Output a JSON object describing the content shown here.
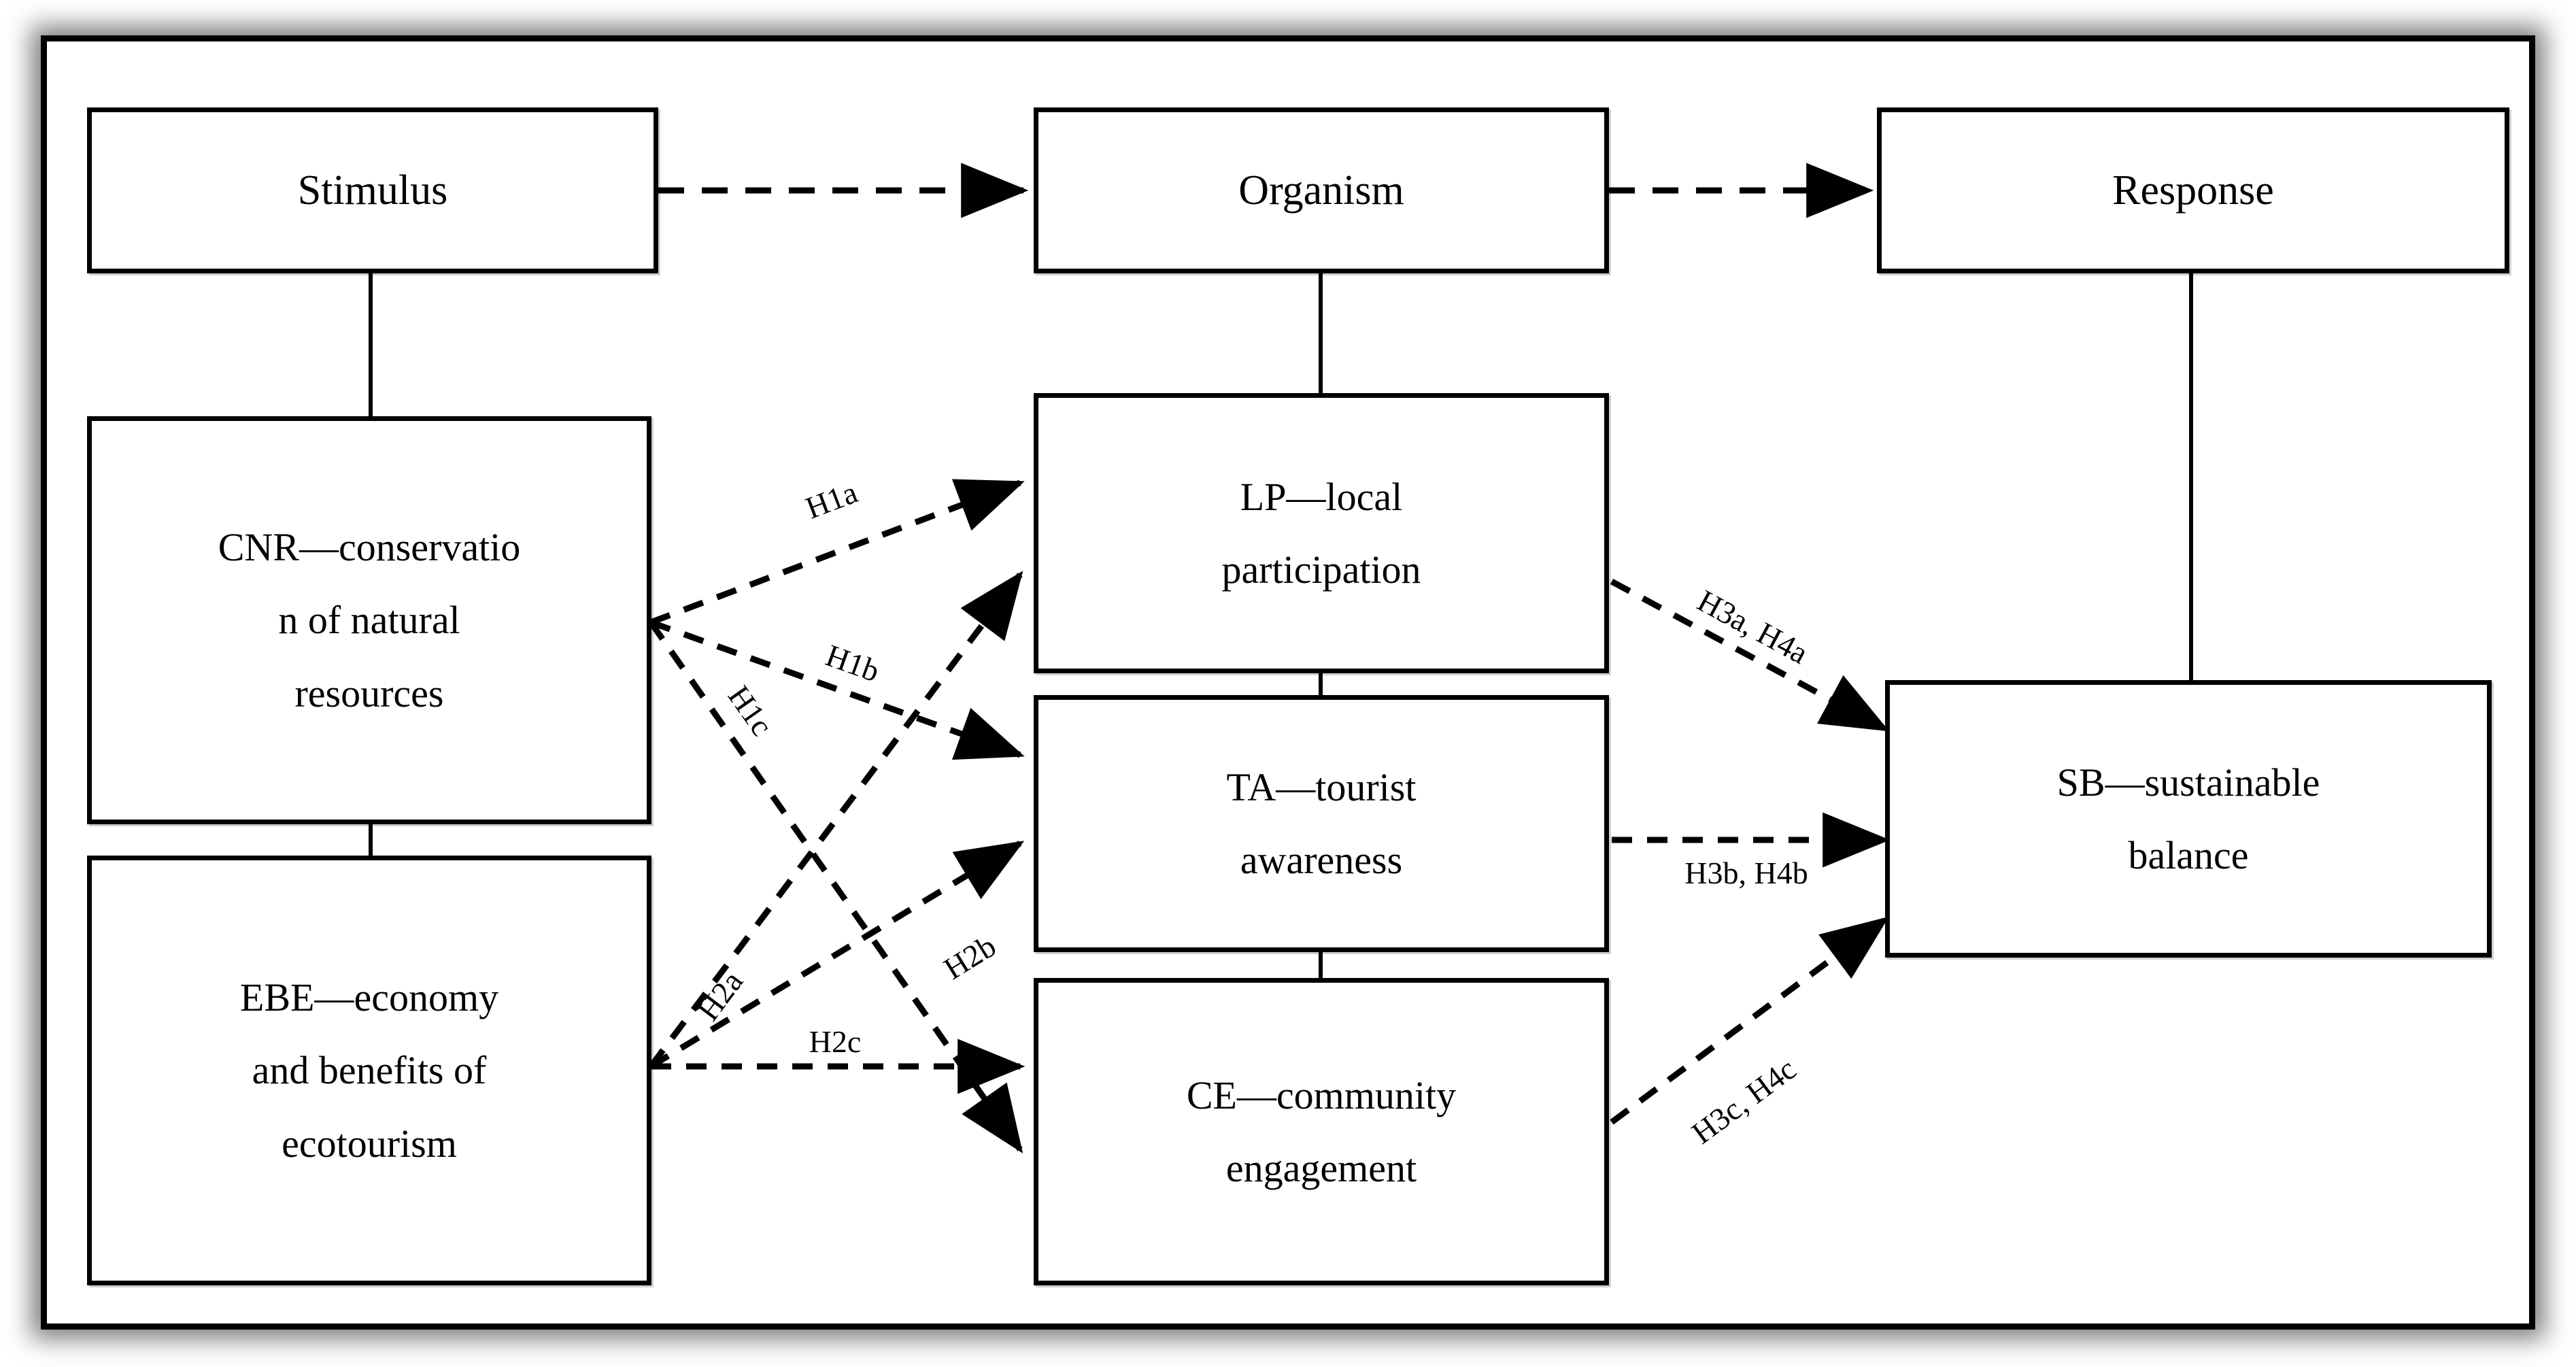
{
  "diagram": {
    "title": "Stimulus-Organism-Response research framework",
    "type": "conceptual-framework",
    "line_color": "#000000",
    "box_fill": "#ffffff",
    "frame_color": "#000000"
  },
  "nodes": {
    "stimulus": {
      "label": "Stimulus",
      "column": "left",
      "row": "header"
    },
    "organism": {
      "label": "Organism",
      "column": "middle",
      "row": "header"
    },
    "response": {
      "label": "Response",
      "column": "right",
      "row": "header"
    },
    "cnr": {
      "code": "CNR",
      "line1": "CNR—conservatio",
      "line2": "n of natural",
      "line3": "resources"
    },
    "ebe": {
      "code": "EBE",
      "line1": "EBE—economy",
      "line2": "and benefits of",
      "line3": "ecotourism"
    },
    "lp": {
      "code": "LP",
      "line1": "LP—local",
      "line2": "participation"
    },
    "ta": {
      "code": "TA",
      "line1": "TA—tourist",
      "line2": "awareness"
    },
    "ce": {
      "code": "CE",
      "line1": "CE—community",
      "line2": "engagement"
    },
    "sb": {
      "code": "SB",
      "line1": "SB—sustainable",
      "line2": "balance"
    }
  },
  "hypotheses": [
    {
      "id": "H1a",
      "label": "H1a",
      "from": "cnr",
      "to": "lp"
    },
    {
      "id": "H1b",
      "label": "H1b",
      "from": "cnr",
      "to": "ta"
    },
    {
      "id": "H1c",
      "label": "H1c",
      "from": "cnr",
      "to": "ce"
    },
    {
      "id": "H2a",
      "label": "H2a",
      "from": "ebe",
      "to": "lp"
    },
    {
      "id": "H2b",
      "label": "H2b",
      "from": "ebe",
      "to": "ta"
    },
    {
      "id": "H2c",
      "label": "H2c",
      "from": "ebe",
      "to": "ce"
    },
    {
      "id": "H3a_H4a",
      "label": "H3a, H4a",
      "from": "lp",
      "to": "sb"
    },
    {
      "id": "H3b_H4b",
      "label": "H3b, H4b",
      "from": "ta",
      "to": "sb"
    },
    {
      "id": "H3c_H4c",
      "label": "H3c, H4c",
      "from": "ce",
      "to": "sb"
    }
  ],
  "flow": [
    {
      "from": "stimulus",
      "to": "organism",
      "style": "dashed-arrow"
    },
    {
      "from": "organism",
      "to": "response",
      "style": "dashed-arrow"
    }
  ]
}
